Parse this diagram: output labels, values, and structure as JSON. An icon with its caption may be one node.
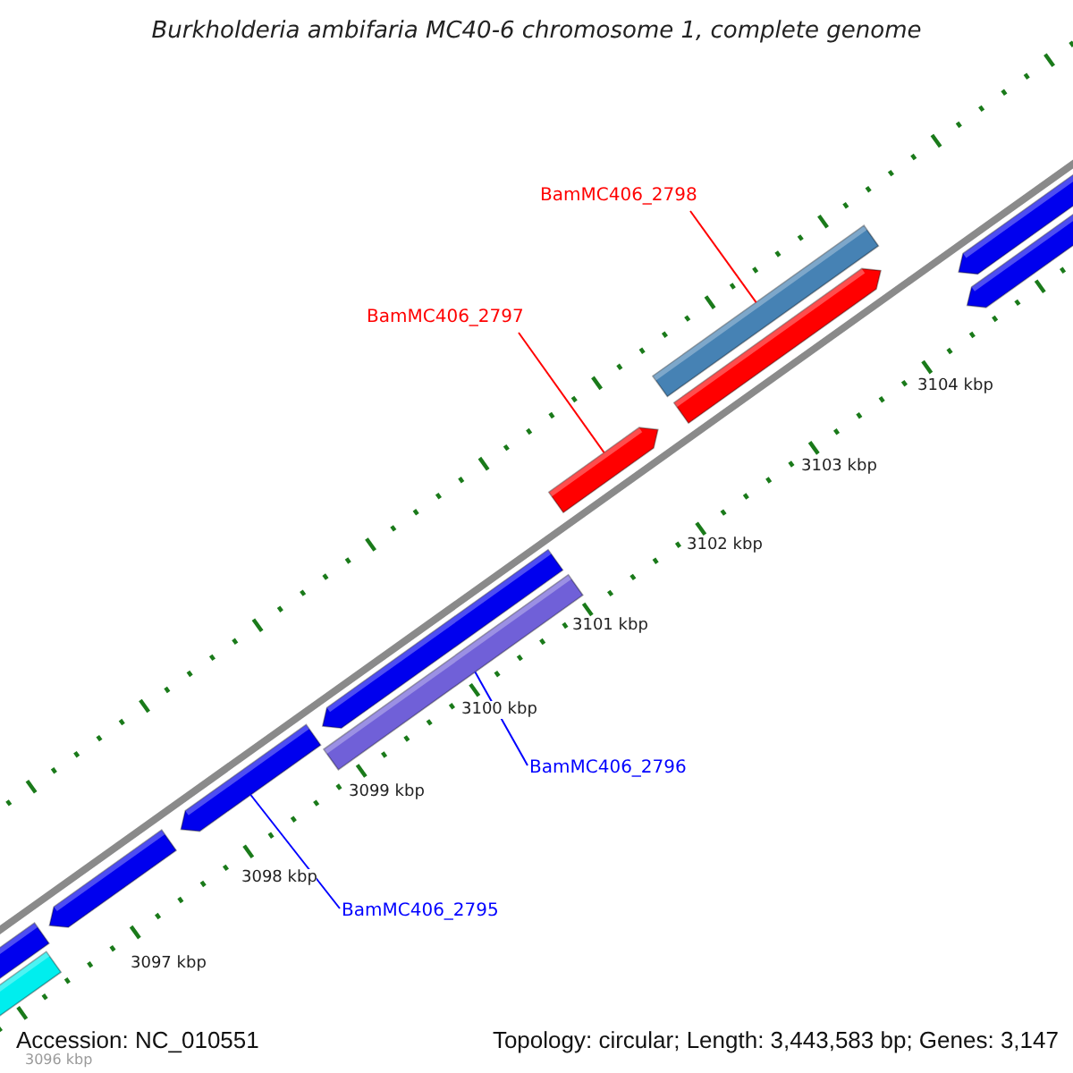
{
  "diagram": {
    "title": "Burkholderia ambifaria MC40-6 chromosome 1, complete genome",
    "nodes": [
      {
        "text": [
          "BamMC406_2798"
        ]
      },
      {
        "text": [
          "BamMC406_2797"
        ]
      },
      {
        "text": [
          "BamMC406_2796"
        ]
      },
      {
        "text": [
          "BamMC406_2795"
        ]
      },
      {
        "text": [],
        "shape": "bar"
      },
      {
        "text": [],
        "shape": "bar"
      },
      {
        "text": [],
        "shape": "bar"
      },
      {
        "text": [],
        "shape": "bar"
      },
      {
        "text": [],
        "shape": "bar"
      },
      {
        "text": [],
        "shape": "bar"
      },
      {
        "text": [],
        "shape": "bar"
      },
      {
        "text": [],
        "shape": "bar"
      },
      {
        "text": [],
        "shape": "bar"
      },
      {
        "text": [],
        "shape": "bar"
      },
      {
        "text": [],
        "shape": "bar"
      }
    ],
    "edges": [
      {
        "from": 0,
        "to": 11,
        "arrow": "none",
        "color": "#ff0000"
      },
      {
        "from": 1,
        "to": 10,
        "arrow": "none",
        "color": "#ff0000"
      },
      {
        "from": 2,
        "to": 9,
        "arrow": "none",
        "color": "#0000ff"
      },
      {
        "from": 3,
        "to": 7,
        "arrow": "none",
        "color": "#0000ff"
      }
    ],
    "labels": [
      "3104 kbp",
      "3103 kbp",
      "3102 kbp",
      "3101 kbp",
      "3100 kbp",
      "3099 kbp",
      "3098 kbp",
      "3097 kbp",
      "3096 kbp",
      "Accession: NC_010551",
      "Topology: circular; Length: 3,443,583 bp; Genes: 3,147"
    ]
  }
}
